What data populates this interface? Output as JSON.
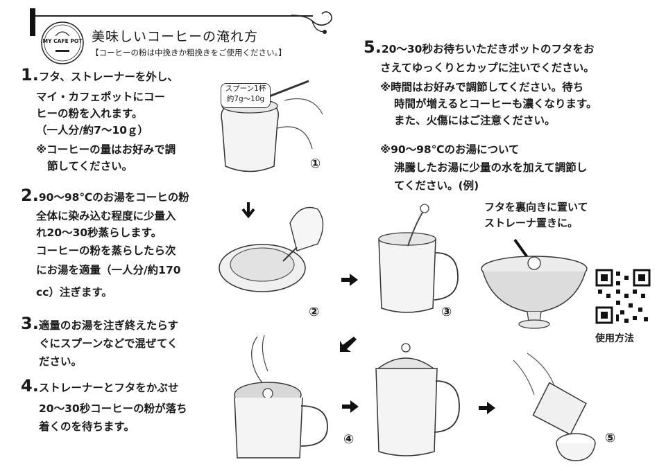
{
  "header": {
    "logo_text": "MY CAFE POT",
    "title": "美味しいコーヒーの淹れ方",
    "subtitle": "【コーヒーの粉は中挽きか粗挽きをご使用ください。】"
  },
  "steps": [
    {
      "number": "1.",
      "lines": [
        "フタ、ストレーナーを外し、",
        "マイ・カフェポットにコー",
        "ヒーの粉を入れます。",
        "（一人分/約7〜10ｇ）"
      ],
      "note_lines": [
        "※コーヒーの量はお好みで調",
        "節してください。"
      ]
    },
    {
      "number": "2.",
      "lines": [
        "90〜98℃のお湯をコーヒの粉",
        "全体に染み込む程度に少量入",
        "れ20〜30秒蒸らします。",
        "コーヒーの粉を蒸らしたら次",
        "にお湯を適量（一人分/約170",
        "cc）注ぎます。"
      ]
    },
    {
      "number": "3.",
      "lines": [
        "適量のお湯を注ぎ終えたらす",
        "ぐにスプーンなどで混ぜてく",
        "ださい。"
      ]
    },
    {
      "number": "4.",
      "lines": [
        "ストレーナーとフタをかぶせ",
        "20〜30秒コーヒーの粉が落ち",
        "着くのを待ちます。"
      ]
    },
    {
      "number": "5.",
      "lines": [
        "20〜30秒お待ちいただきポットのフタをお",
        "さえてゆっくりとカップに注いでください。"
      ],
      "note_lines": [
        "※時間はお好みで調節してください。待ち",
        "時間が増えるとコーヒーも濃くなります。",
        "また、火傷にはご注意ください。"
      ],
      "note2_lines": [
        "※90〜98℃のお湯について",
        "沸騰したお湯に少量の水を加えて調節し",
        "てください。(例)"
      ]
    }
  ],
  "illustrations": {
    "spoon_label_line1": "スプーン1杯",
    "spoon_label_line2": "約7g〜10g",
    "circled_numbers": [
      "①",
      "②",
      "③",
      "④",
      "⑤"
    ]
  },
  "callout": {
    "lines": [
      "フタを裏向きに置いて",
      "ストレーナ置きに。"
    ]
  },
  "qr": {
    "label": "使用方法"
  }
}
